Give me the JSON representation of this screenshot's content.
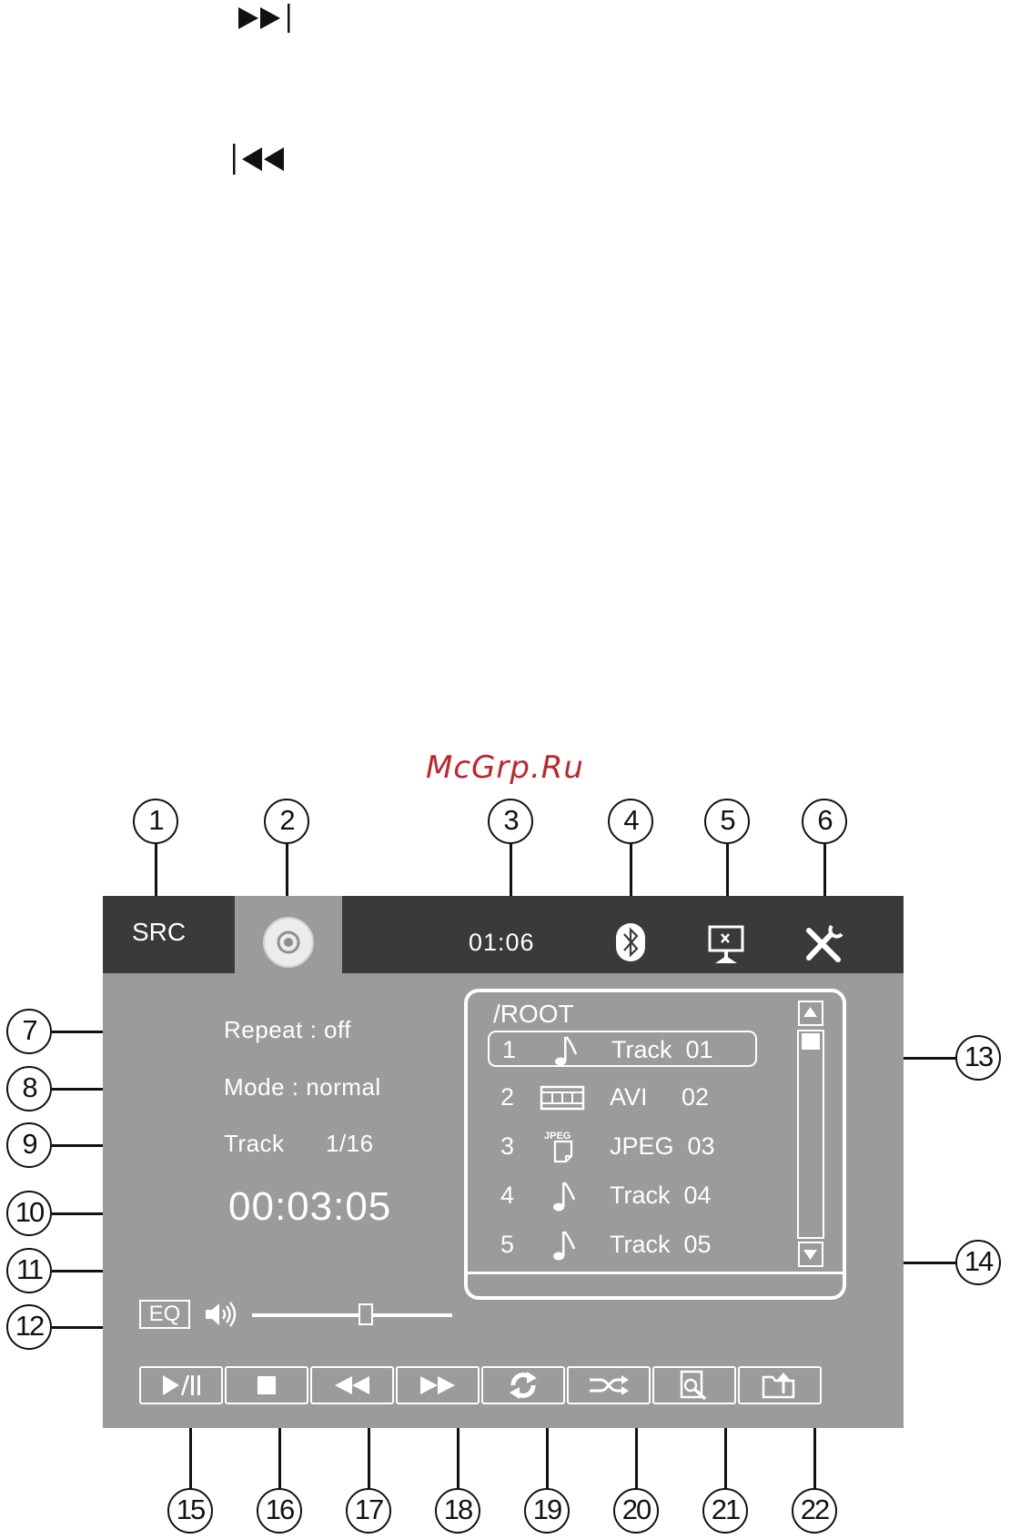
{
  "top_icons": {
    "next_track": "next-track-icon",
    "previous_track": "previous-track-icon"
  },
  "watermark": "McGrp.Ru",
  "callouts": [
    "1",
    "2",
    "3",
    "4",
    "5",
    "6",
    "7",
    "8",
    "9",
    "10",
    "11",
    "12",
    "13",
    "14",
    "15",
    "16",
    "17",
    "18",
    "19",
    "20",
    "21",
    "22"
  ],
  "screen": {
    "top_bar": {
      "source_label": "SRC",
      "disc_icon": "disc-icon",
      "clock": "01:06",
      "bluetooth_icon": "bluetooth-icon",
      "display_icon": "display-off-icon",
      "settings_icon": "wrench-screwdriver-icon"
    },
    "info": {
      "repeat": "Repeat : off",
      "mode": "Mode : normal",
      "track_label": "Track",
      "track_count": "1/16",
      "elapsed_time": "00:03:05"
    },
    "browser": {
      "path": "/ROOT",
      "items": [
        {
          "number": "1",
          "icon": "music-note-icon",
          "name": "Track  01",
          "selected": true
        },
        {
          "number": "2",
          "icon": "film-icon",
          "name": "AVI     02",
          "selected": false
        },
        {
          "number": "3",
          "icon": "jpeg-icon",
          "name": "JPEG  03",
          "selected": false
        },
        {
          "number": "4",
          "icon": "music-note-icon",
          "name": "Track  04",
          "selected": false
        },
        {
          "number": "5",
          "icon": "music-note-icon",
          "name": "Track  05",
          "selected": false
        }
      ],
      "jpeg_icon_text": "JPEG"
    },
    "eq_label": "EQ",
    "volume_level": 0.57,
    "controls": [
      {
        "id": "play-pause",
        "icon": "play-pause-icon"
      },
      {
        "id": "stop",
        "icon": "stop-icon"
      },
      {
        "id": "rewind",
        "icon": "rewind-icon"
      },
      {
        "id": "fast-forward",
        "icon": "fast-forward-icon"
      },
      {
        "id": "repeat",
        "icon": "repeat-icon"
      },
      {
        "id": "shuffle",
        "icon": "shuffle-icon"
      },
      {
        "id": "search",
        "icon": "search-file-icon"
      },
      {
        "id": "folder-up",
        "icon": "folder-up-icon"
      }
    ],
    "colors": {
      "screen_bg": "#9b9b9b",
      "top_bar_bg": "#3a3a3a",
      "foreground": "#ffffff"
    }
  }
}
